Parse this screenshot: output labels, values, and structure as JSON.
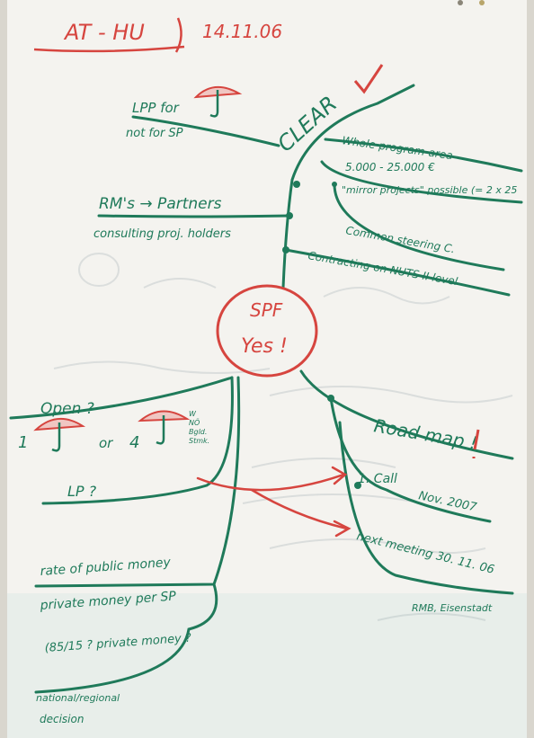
{
  "header": {
    "title": "AT - HU",
    "date": "14.11.06"
  },
  "center": {
    "line1": "SPF",
    "line2": "Yes !"
  },
  "top_right": {
    "heading": "CLEAR",
    "items": [
      "Whole program-area",
      "5.000 - 25.000 €",
      "\"mirror projects\" possible (= 2 x 25",
      "Common steering C.",
      "Contracting on NUTS II level"
    ]
  },
  "top_left": {
    "lpp_line1": "LPP for",
    "lpp_line2": "not for SP",
    "rm_line1": "RM's → Partners",
    "rm_line2": "consulting proj. holders"
  },
  "bottom_left": {
    "open": "Open ?",
    "one": "1",
    "or": "or",
    "four": "4",
    "note_1": "W",
    "note_2": "NÖ",
    "note_3": "Bgld.",
    "note_4": "Stmk.",
    "lp": "LP ?",
    "rate_1": "rate of public money",
    "rate_2": "private money per SP",
    "rate_3": "(85/15 ? private money ?",
    "national_1": "national/regional",
    "national_2": "decision"
  },
  "bottom_right": {
    "road": "Road map !",
    "call_1": "1. Call",
    "call_2": "Nov. 2007",
    "meet_1": "next meeting  30. 11. 06",
    "meet_2": "RMB, Eisenstadt"
  },
  "colors": {
    "green_marker": "#1f7a5a",
    "red_marker": "#d6453f",
    "paper": "#f4f3ef"
  },
  "icons": [
    "umbrella-icon",
    "checkmark-icon"
  ]
}
